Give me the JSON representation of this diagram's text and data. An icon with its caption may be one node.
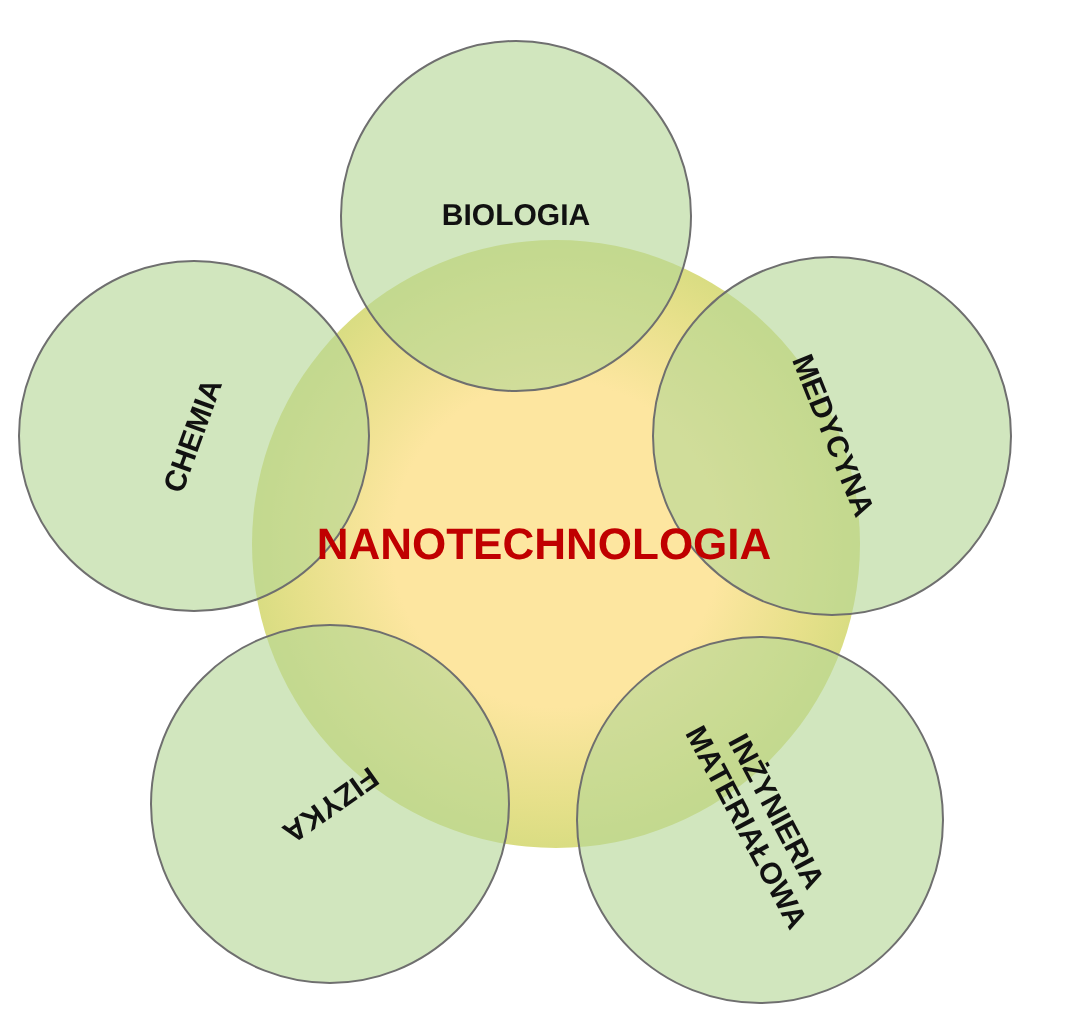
{
  "diagram": {
    "nodes": [
      {
        "text": [
          "NANOTECHNOLOGIA"
        ]
      },
      {
        "text": [
          "BIOLOGIA"
        ]
      },
      {
        "text": [
          "CHEMIA"
        ]
      },
      {
        "text": [
          "MEDYCYNA"
        ]
      },
      {
        "text": [
          "FIZYKA"
        ]
      },
      {
        "text": [
          "INŻYNIERIA MATERIAŁOWA"
        ]
      }
    ],
    "edges": []
  }
}
